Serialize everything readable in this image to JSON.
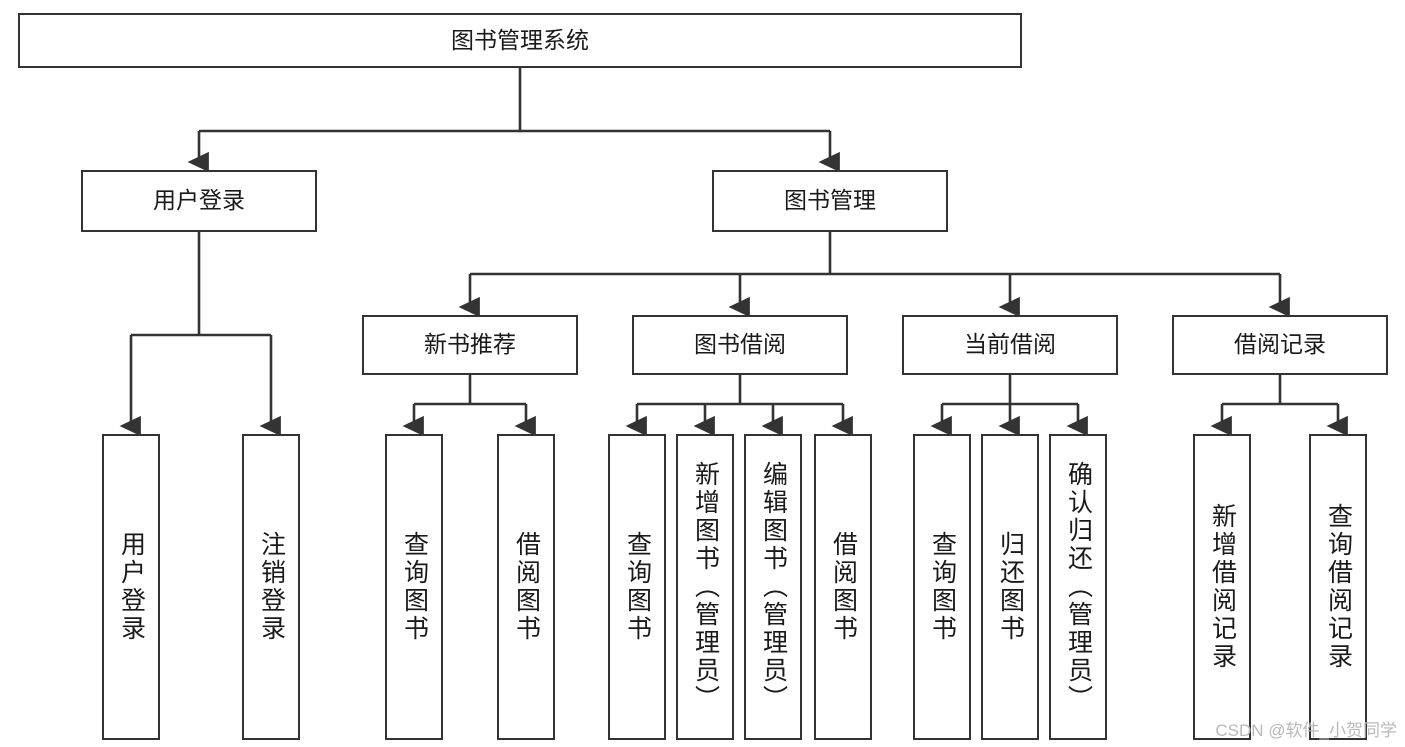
{
  "diagram": {
    "title": "图书管理系统",
    "background_color": "#ffffff",
    "line_color": "#333333",
    "text_color": "#1a1a1a",
    "root": {
      "label": "图书管理系统"
    },
    "level2": [
      {
        "label": "用户登录"
      },
      {
        "label": "图书管理"
      }
    ],
    "level3": [
      {
        "label": "新书推荐"
      },
      {
        "label": "图书借阅"
      },
      {
        "label": "当前借阅"
      },
      {
        "label": "借阅记录"
      }
    ],
    "leaves": {
      "user_login": [
        {
          "label": "用户登录"
        },
        {
          "label": "注销登录"
        }
      ],
      "new_book_recommend": [
        {
          "label": "查询图书"
        },
        {
          "label": "借阅图书"
        }
      ],
      "book_borrow": [
        {
          "label": "查询图书"
        },
        {
          "label": "新增图书（管理员）"
        },
        {
          "label": "编辑图书（管理员）"
        },
        {
          "label": "借阅图书"
        }
      ],
      "current_borrow": [
        {
          "label": "查询图书"
        },
        {
          "label": "归还图书"
        },
        {
          "label": "确认归还（管理员）"
        }
      ],
      "borrow_record": [
        {
          "label": "新增借阅记录"
        },
        {
          "label": "查询借阅记录"
        }
      ]
    }
  },
  "watermark": {
    "text": "CSDN @软件_小贺同学"
  }
}
